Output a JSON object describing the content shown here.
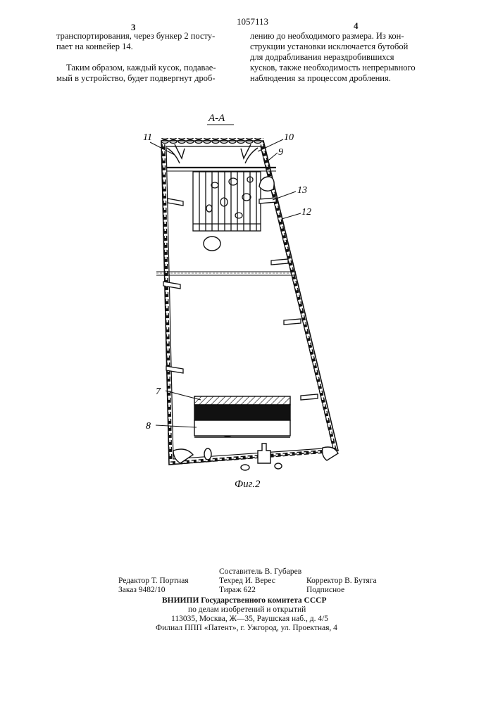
{
  "header": {
    "page_left": "3",
    "patent_number": "1057113",
    "page_right": "4"
  },
  "left_column": {
    "paragraph1": [
      "транспортирования, через бункер 2 посту-",
      "пает на конвейер 14."
    ],
    "paragraph2": [
      "Таким образом, каждый кусок, подаваe-",
      "мый в устройство, будет подвергнут дроб-"
    ]
  },
  "right_column": {
    "lines": [
      "лению до необходимого размера. Из кон-",
      "струкции установки исключается бутобой",
      "для додрабливания нераздробившихся",
      "кусков, также необходимость непрерывного",
      "наблюдения за процессом дробления."
    ]
  },
  "figure": {
    "section_label": "A-A",
    "caption": "Фиг.2",
    "callouts": {
      "c11": "11",
      "c10": "10",
      "c9": "9",
      "c13": "13",
      "c12": "12",
      "c7": "7",
      "c8": "8"
    }
  },
  "footer": {
    "compiler": "Составитель В. Губарев",
    "editor": "Редактор Т. Портная",
    "techred": "Техред И. Верес",
    "corrector": "Корректор В. Бутяга",
    "order": "Заказ 9482/10",
    "circulation": "Тираж 622",
    "subscription": "Подписное",
    "org": "ВНИИПИ Государственного комитета СССР",
    "org_line2": "по делам изобретений и открытий",
    "address": "113035, Москва, Ж—35, Раушская наб., д. 4/5",
    "branch": "Филиал ППП «Патент», г. Ужгород, ул. Проектная, 4"
  }
}
